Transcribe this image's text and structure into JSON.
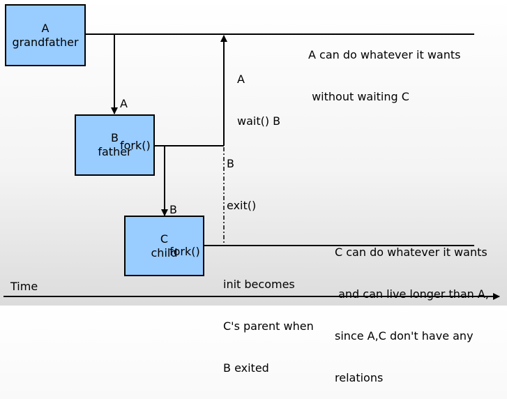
{
  "nodes": {
    "a": {
      "line1": "A",
      "line2": "grandfather"
    },
    "b": {
      "line1": "B",
      "line2": "father"
    },
    "c": {
      "line1": "C",
      "line2": "child"
    }
  },
  "edges": {
    "a_fork": {
      "line1": "A",
      "line2": "fork()"
    },
    "b_fork": {
      "line1": "B",
      "line2": "fork()"
    },
    "a_wait": {
      "line1": "A",
      "line2": "wait() B"
    },
    "b_exit": {
      "line1": "B",
      "line2": "exit()"
    }
  },
  "notes": {
    "a_free": {
      "line1": "A can do whatever it wants",
      "line2": " without waiting C"
    },
    "c_free": {
      "line1": "C can do whatever it wants",
      "line2": " and can live longer than A,",
      "line3": "since A,C don't have any",
      "line4": "relations"
    },
    "init": {
      "line1": "init becomes",
      "line2": "C's parent when",
      "line3": "B exited"
    }
  },
  "axis": {
    "label": "Time"
  },
  "colors": {
    "box_fill": "#99ccff",
    "line": "#000000"
  }
}
